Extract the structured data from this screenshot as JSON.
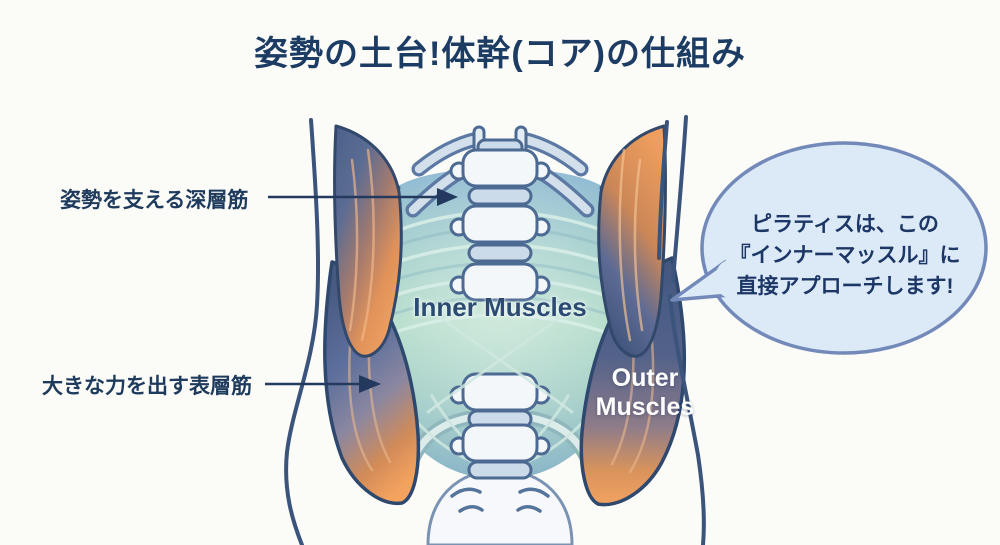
{
  "title": "姿勢の土台!体幹(コア)の仕組み",
  "callouts": {
    "deep_muscle_label": "姿勢を支える深層筋",
    "surface_muscle_label": "大きな力を出す表層筋"
  },
  "anatomy": {
    "inner_label": "Inner Muscles",
    "outer_label_line1": "Outer",
    "outer_label_line2": "Muscles"
  },
  "speech_bubble": {
    "line1": "ピラティスは、この",
    "line2": "『インナーマッスル』に",
    "line3": "直接アプローチします!"
  },
  "colors": {
    "background": "#fbfbf8",
    "title_text": "#1d3c63",
    "label_text": "#1e3a5c",
    "arrow": "#24395e",
    "bubble_fill": "#dce9f6",
    "bubble_border": "#7289ba",
    "bubble_text": "#1c3766",
    "inner_muscle_teal": "#a5d4c9",
    "inner_muscle_blue": "#8fb9d6",
    "outer_muscle_orange": "#ec9c5f",
    "outer_muscle_navy": "#46608a",
    "spine_outline": "#4c6a92",
    "bone_fill": "#f4f7fa",
    "disc_fill": "#ccdbe9",
    "inner_label_text": "#2b4b72",
    "outer_label_text": "#ffffff"
  }
}
